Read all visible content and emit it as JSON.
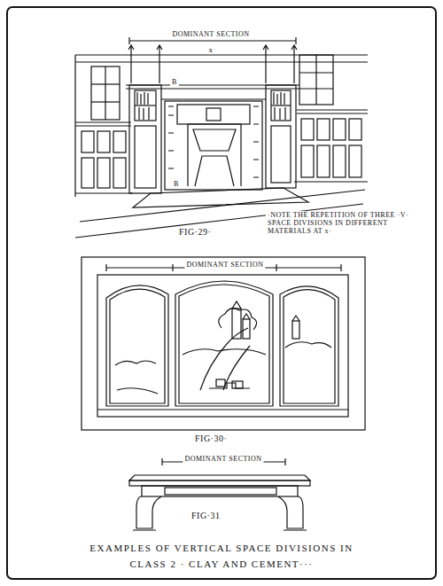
{
  "diagram": {
    "caption": "EXAMPLES OF VERTICAL SPACE DIVISIONS IN CLASS 2 · CLAY AND CEMENT···",
    "labels": [
      "DOMINANT SECTION",
      "x",
      "B",
      "B",
      "·NOTE THE REPETITION OF THREE ·V· SPACE DIVISIONS IN DIFFERENT MATERIALS AT x·",
      "FIG·29·",
      "DOMINANT SECTION",
      "FIG·30·",
      "DOMINANT SECTION",
      "FIG·31"
    ]
  }
}
